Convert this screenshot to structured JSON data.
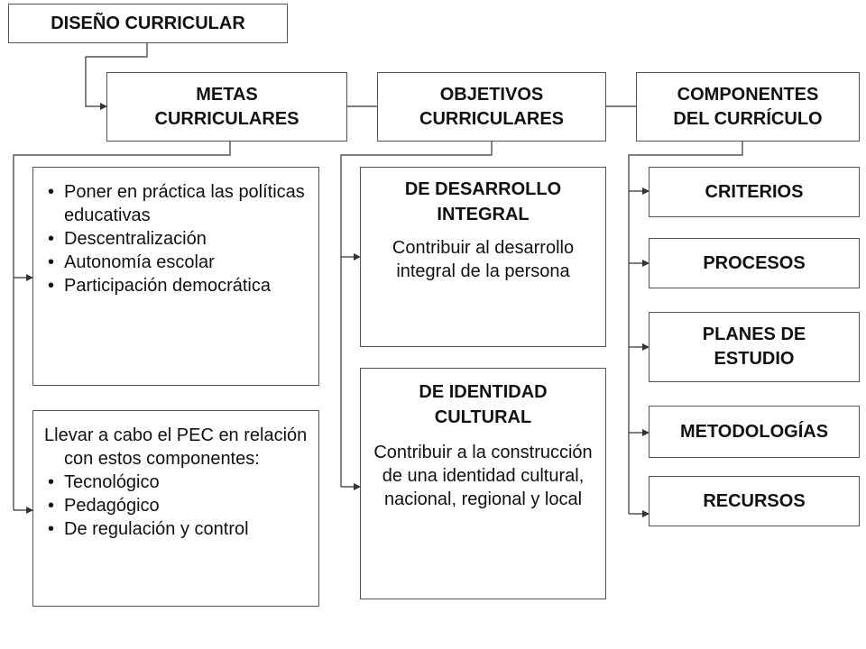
{
  "title": "DISEÑO CURRICULAR",
  "metas": {
    "header": [
      "METAS",
      "CURRICULARES"
    ],
    "list1": [
      "Poner en práctica las políticas educativas",
      "Descentralización",
      "Autonomía escolar",
      "Participación democrática"
    ],
    "intro2": "Llevar a cabo el PEC en relación con estos componentes:",
    "list2": [
      "Tecnológico",
      "Pedagógico",
      "De regulación y control"
    ]
  },
  "objetivos": {
    "header": [
      "OBJETIVOS",
      "CURRICULARES"
    ],
    "desarrollo": {
      "title": [
        "DE DESARROLLO",
        "INTEGRAL"
      ],
      "text": "Contribuir al desarrollo integral de la persona"
    },
    "identidad": {
      "title": [
        "DE IDENTIDAD",
        "CULTURAL"
      ],
      "text": "Contribuir a la construcción de una identidad cultural, nacional, regional y local"
    }
  },
  "componentes": {
    "header": [
      "COMPONENTES",
      "DEL CURRÍCULO"
    ],
    "items": [
      "CRITERIOS",
      "PROCESOS",
      "PLANES DE ESTUDIO",
      "METODOLOGÍAS",
      "RECURSOS"
    ]
  }
}
